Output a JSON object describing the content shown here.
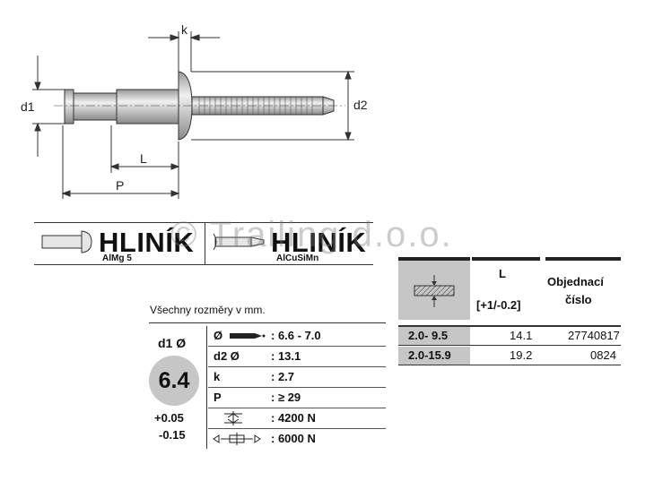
{
  "drawing": {
    "labels": {
      "k": "k",
      "d1": "d1",
      "d2": "d2",
      "L": "L",
      "P": "P"
    }
  },
  "material": {
    "rivet_body": {
      "name": "HLINÍK",
      "alloy": "AlMg 5"
    },
    "mandrel": {
      "name": "HLINÍK",
      "alloy": "AlCuSiMn"
    }
  },
  "watermark": "© Trailing d.o.o.",
  "specs": {
    "units_note": "Všechny rozměry v mm.",
    "d1_label": "d1 Ø",
    "d1_value": "6.4",
    "tol_plus": "+0.05",
    "tol_minus": "-0.15",
    "rows": [
      {
        "key": "Ø",
        "value": ": 6.6 - 7.0",
        "icon": "drill-icon"
      },
      {
        "key": "d2 Ø",
        "value": ": 13.1"
      },
      {
        "key": "k",
        "value": ": 2.7"
      },
      {
        "key": "P",
        "value": ": ≥ 29"
      },
      {
        "key": "",
        "value": ": 4200 N",
        "icon": "shear-force-icon"
      },
      {
        "key": "",
        "value": ": 6000 N",
        "icon": "tensile-force-icon"
      }
    ]
  },
  "table": {
    "headers": {
      "grip_range_icon": "material-thickness-icon",
      "length": "L",
      "length_tol": "[+1/-0.2]",
      "order_no_line1": "Objednací",
      "order_no_line2": "číslo"
    },
    "rows": [
      {
        "grip": "2.0-  9.5",
        "L": "14.1",
        "order": "27740817"
      },
      {
        "grip": "2.0-15.9",
        "L": "19.2",
        "order": "0824"
      }
    ]
  }
}
